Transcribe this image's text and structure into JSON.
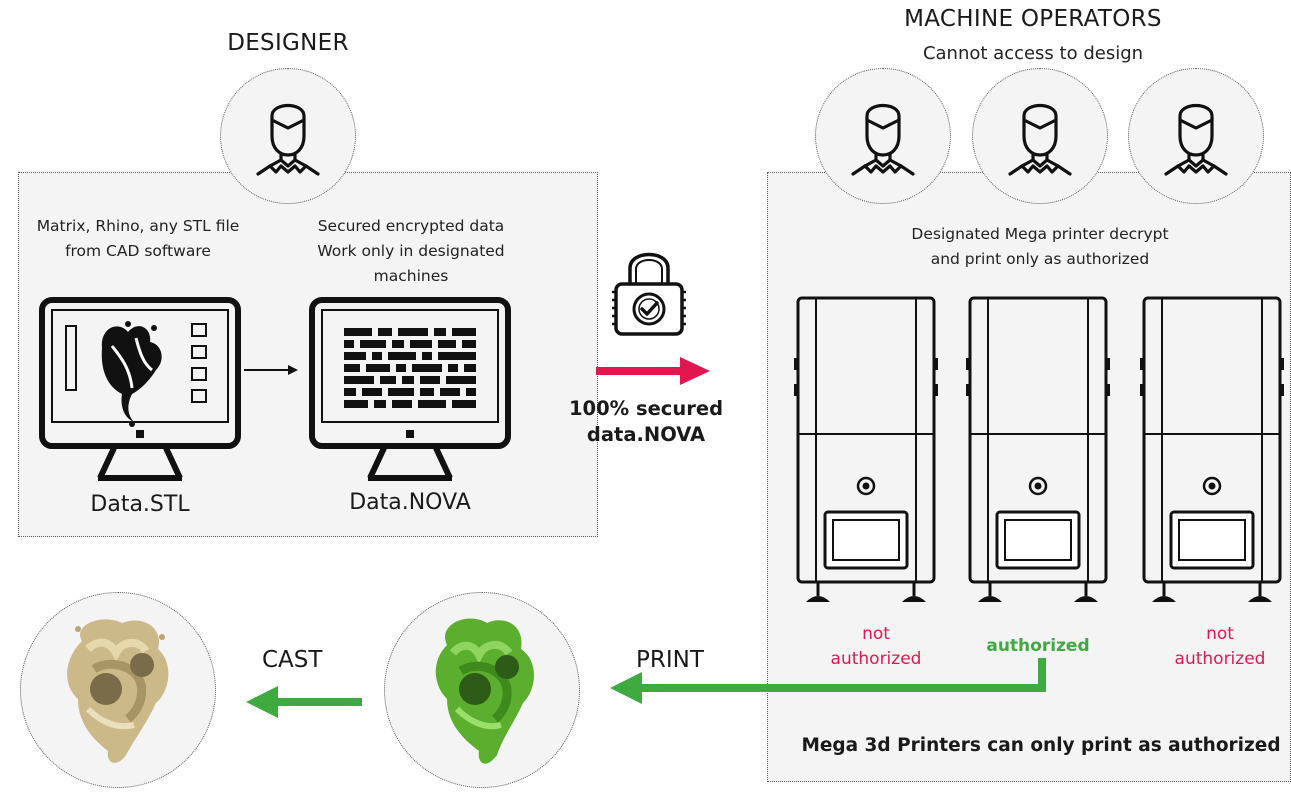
{
  "designer": {
    "title": "DESIGNER",
    "caption_left": "Matrix, Rhino, any STL file from CAD software",
    "caption_right": "Secured encrypted data Work only in designated machines",
    "file_left": "Data.STL",
    "file_right": "Data.NOVA"
  },
  "operators": {
    "title": "MACHINE OPERATORS",
    "subtitle": "Cannot access to design",
    "caption": "Designated Mega printer decrypt and print only as authorized",
    "footer": "Mega 3d Printers can only print as authorized",
    "printers": [
      {
        "status": "not authorized",
        "color": "#e3174f"
      },
      {
        "status": "authorized",
        "color": "#3faa3f"
      },
      {
        "status": "not authorized",
        "color": "#e3174f"
      }
    ]
  },
  "transfer": {
    "label": "100% secured data.NOVA",
    "arrow_color": "#e3174f",
    "icon": "padlock-check-icon"
  },
  "flow": {
    "print_label": "PRINT",
    "cast_label": "CAST",
    "arrow_color": "#3faa3f"
  }
}
